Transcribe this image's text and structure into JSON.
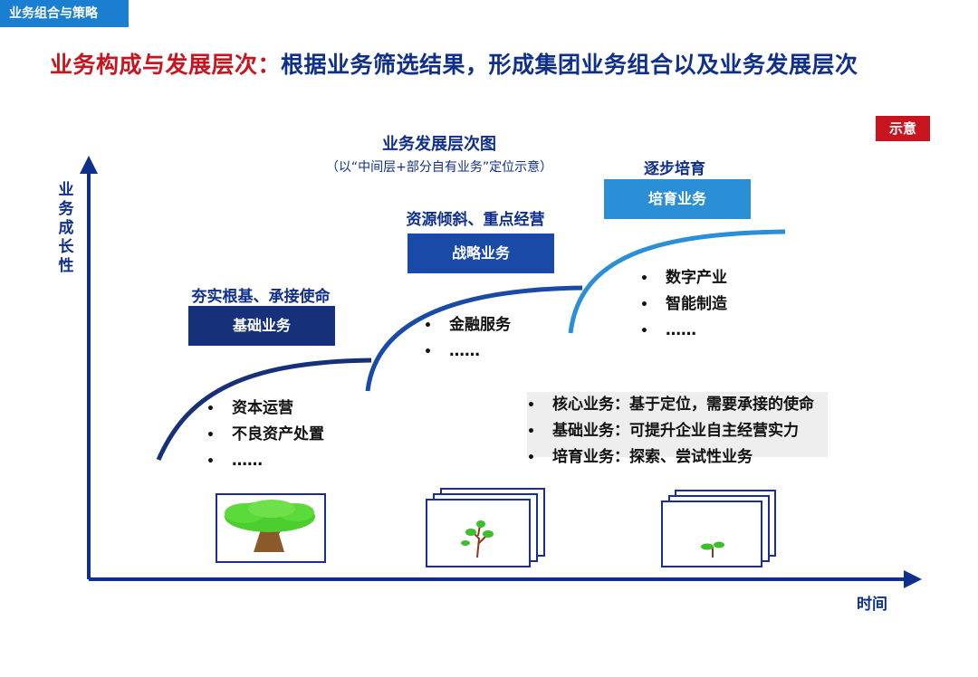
{
  "header": {
    "section_tag": "业务组合与策略",
    "title_red": "业务构成与发展层次：",
    "title_blue": "根据业务筛选结果，形成集团业务组合以及业务发展层次",
    "badge": "示意"
  },
  "diagram": {
    "title": "业务发展层次图",
    "subtitle": "（以“中间层+部分自有业务”定位示意）",
    "y_axis_label": "业务成长性",
    "x_axis_label": "时间",
    "stages": [
      {
        "heading": "夯实根基、承接使命",
        "box_label": "基础业务",
        "items": [
          "资本运营",
          "不良资产处置",
          "……"
        ],
        "box_color": "#16307a"
      },
      {
        "heading": "资源倾斜、重点经营",
        "box_label": "战略业务",
        "items": [
          "金融服务",
          "……"
        ],
        "box_color": "#1a4aa8"
      },
      {
        "heading": "逐步培育",
        "box_label": "培育业务",
        "items": [
          "数字产业",
          "智能制造",
          "……"
        ],
        "box_color": "#2b8fd8"
      }
    ],
    "legend_notes": [
      "核心业务：基于定位，需要承接的使命",
      "基础业务：可提升企业自主经营实力",
      "培育业务：探索、尝试性业务"
    ],
    "bullet": "•",
    "images": [
      "large-tree-icon",
      "sapling-icon",
      "seedling-icon"
    ]
  },
  "colors": {
    "accent_red": "#c8141e",
    "navy": "#0f2f8c",
    "tag_blue": "#1b7fd1"
  }
}
